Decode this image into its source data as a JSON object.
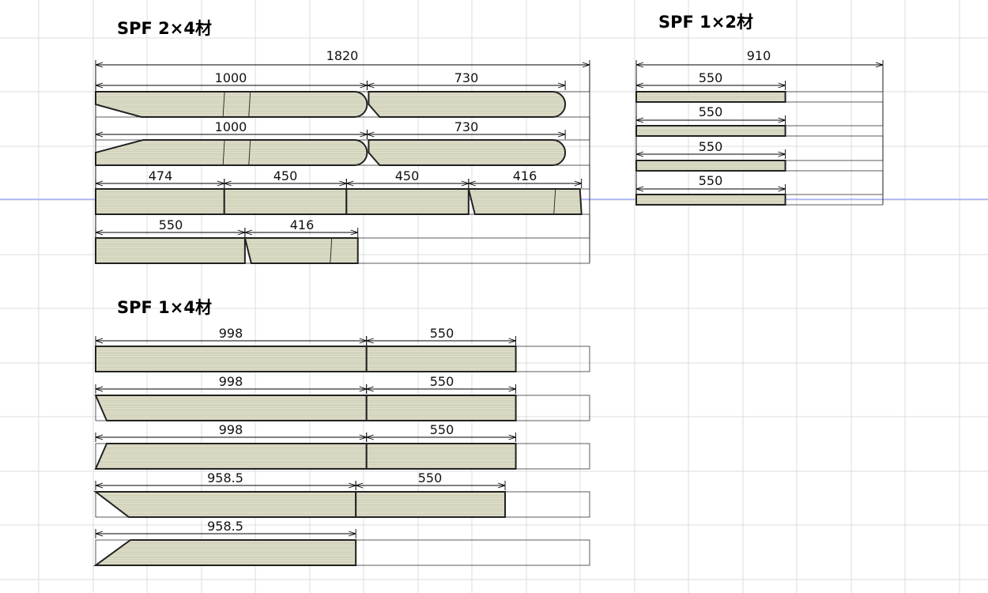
{
  "colors": {
    "background": "#ffffff",
    "grid": "#dcdcdc",
    "guide_line": "#7f8fff",
    "board_fill": "#d9d9c3",
    "board_stroke": "#222222",
    "stock_outline": "#333333",
    "dimension_line": "#000000"
  },
  "groups": [
    {
      "title": "SPF 2×4材",
      "stock_length": "1820",
      "stock_scale": 1820,
      "rows": [
        {
          "segments": [
            {
              "label": "1000",
              "length": 1000,
              "start": "miter",
              "end": "round",
              "marks": [
                475,
                570
              ]
            },
            {
              "label": "730",
              "length": 730,
              "start": "notch",
              "end": "round"
            }
          ]
        },
        {
          "segments": [
            {
              "label": "1000",
              "length": 1000,
              "start": "taper",
              "end": "round",
              "marks": [
                475,
                570
              ]
            },
            {
              "label": "730",
              "length": 730,
              "start": "notch",
              "end": "round"
            }
          ]
        },
        {
          "segments": [
            {
              "label": "474",
              "length": 474,
              "start": "square",
              "end": "square"
            },
            {
              "label": "450",
              "length": 450,
              "start": "square",
              "end": "square"
            },
            {
              "label": "450",
              "length": 450,
              "start": "square",
              "end": "square"
            },
            {
              "label": "416",
              "length": 416,
              "start": "bevel",
              "end": "bevel",
              "marks": [
                320
              ]
            }
          ]
        },
        {
          "segments": [
            {
              "label": "550",
              "length": 550,
              "start": "square",
              "end": "square"
            },
            {
              "label": "416",
              "length": 416,
              "start": "bevel",
              "end": "square",
              "marks": [
                320
              ]
            }
          ]
        }
      ]
    },
    {
      "title": "SPF 1×2材",
      "stock_length": "910",
      "stock_scale": 910,
      "rows": [
        {
          "segments": [
            {
              "label": "550",
              "length": 550,
              "start": "square",
              "end": "square"
            }
          ]
        },
        {
          "segments": [
            {
              "label": "550",
              "length": 550,
              "start": "square",
              "end": "square"
            }
          ]
        },
        {
          "segments": [
            {
              "label": "550",
              "length": 550,
              "start": "square",
              "end": "square"
            }
          ]
        },
        {
          "segments": [
            {
              "label": "550",
              "length": 550,
              "start": "square",
              "end": "square"
            }
          ]
        }
      ]
    },
    {
      "title": "SPF 1×4材",
      "stock_length": "",
      "stock_scale": 1820,
      "rows": [
        {
          "segments": [
            {
              "label": "998",
              "length": 998,
              "start": "square",
              "end": "square"
            },
            {
              "label": "550",
              "length": 550,
              "start": "square",
              "end": "square"
            }
          ]
        },
        {
          "segments": [
            {
              "label": "998",
              "length": 998,
              "start": "bevelTop",
              "end": "square"
            },
            {
              "label": "550",
              "length": 550,
              "start": "square",
              "end": "square"
            }
          ]
        },
        {
          "segments": [
            {
              "label": "998",
              "length": 998,
              "start": "bevelBottom",
              "end": "square"
            },
            {
              "label": "550",
              "length": 550,
              "start": "square",
              "end": "square"
            }
          ]
        },
        {
          "segments": [
            {
              "label": "958.5",
              "length": 958.5,
              "start": "taperTop",
              "end": "square"
            },
            {
              "label": "550",
              "length": 550,
              "start": "square",
              "end": "square"
            }
          ]
        },
        {
          "segments": [
            {
              "label": "958.5",
              "length": 958.5,
              "start": "taperBottom",
              "end": "square"
            }
          ]
        }
      ]
    }
  ]
}
